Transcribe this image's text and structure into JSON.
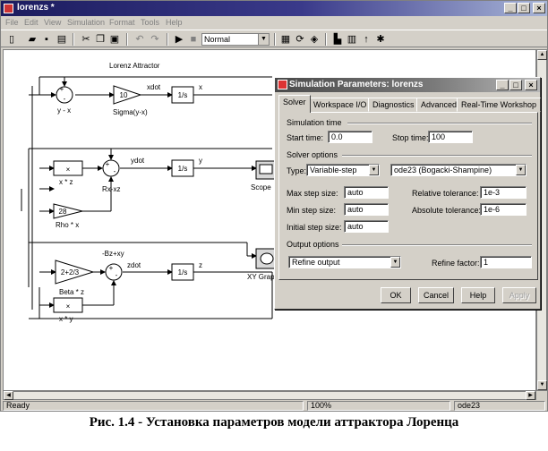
{
  "window": {
    "title": "lorenzs *",
    "minimize": "_",
    "maximize": "□",
    "close": "×"
  },
  "menu": [
    "File",
    "Edit",
    "View",
    "Simulation",
    "Format",
    "Tools",
    "Help"
  ],
  "toolbar": {
    "mode_value": "Normal",
    "mode_arrow": "▼"
  },
  "model": {
    "title": "Lorenz Attractor",
    "blocks": {
      "gain10": "10",
      "integrator": "1/s",
      "gain28": "28",
      "gain_beta": "2+2/3",
      "product": "×"
    },
    "labels": {
      "y_minus_x": "y - x",
      "sigma": "Sigma(y-x)",
      "xdot": "xdot",
      "x": "x",
      "x_z": "x * z",
      "ydot": "ydot",
      "y": "y",
      "rx_xz": "Rx-xz",
      "rho_x": "Rho * x",
      "scope": "Scope",
      "minus_bz_xy": "-Bz+xy",
      "zdot": "zdot",
      "z": "z",
      "xy_graph": "XY Graph",
      "beta_z": "Beta * z",
      "x_y": "x * y"
    }
  },
  "status": {
    "state": "Ready",
    "zoom": "100%",
    "solver": "ode23"
  },
  "dialog": {
    "title": "Simulation Parameters: lorenzs",
    "tabs": [
      "Solver",
      "Workspace I/O",
      "Diagnostics",
      "Advanced",
      "Real-Time Workshop"
    ],
    "sim_time": {
      "label": "Simulation time",
      "start_label": "Start time:",
      "start_value": "0.0",
      "stop_label": "Stop time:",
      "stop_value": "100"
    },
    "solver_opts": {
      "label": "Solver options",
      "type_label": "Type:",
      "type_value": "Variable-step",
      "solver_value": "ode23 (Bogacki-Shampine)",
      "max_step_label": "Max step size:",
      "max_step_value": "auto",
      "rel_tol_label": "Relative tolerance:",
      "rel_tol_value": "1e-3",
      "min_step_label": "Min step size:",
      "min_step_value": "auto",
      "abs_tol_label": "Absolute tolerance:",
      "abs_tol_value": "1e-6",
      "init_step_label": "Initial step size:",
      "init_step_value": "auto"
    },
    "output_opts": {
      "label": "Output options",
      "output_value": "Refine output",
      "refine_label": "Refine factor:",
      "refine_value": "1"
    },
    "buttons": {
      "ok": "OK",
      "cancel": "Cancel",
      "help": "Help",
      "apply": "Apply"
    }
  },
  "caption": "Рис. 1.4 - Установка параметров модели аттрактора Лоренца"
}
